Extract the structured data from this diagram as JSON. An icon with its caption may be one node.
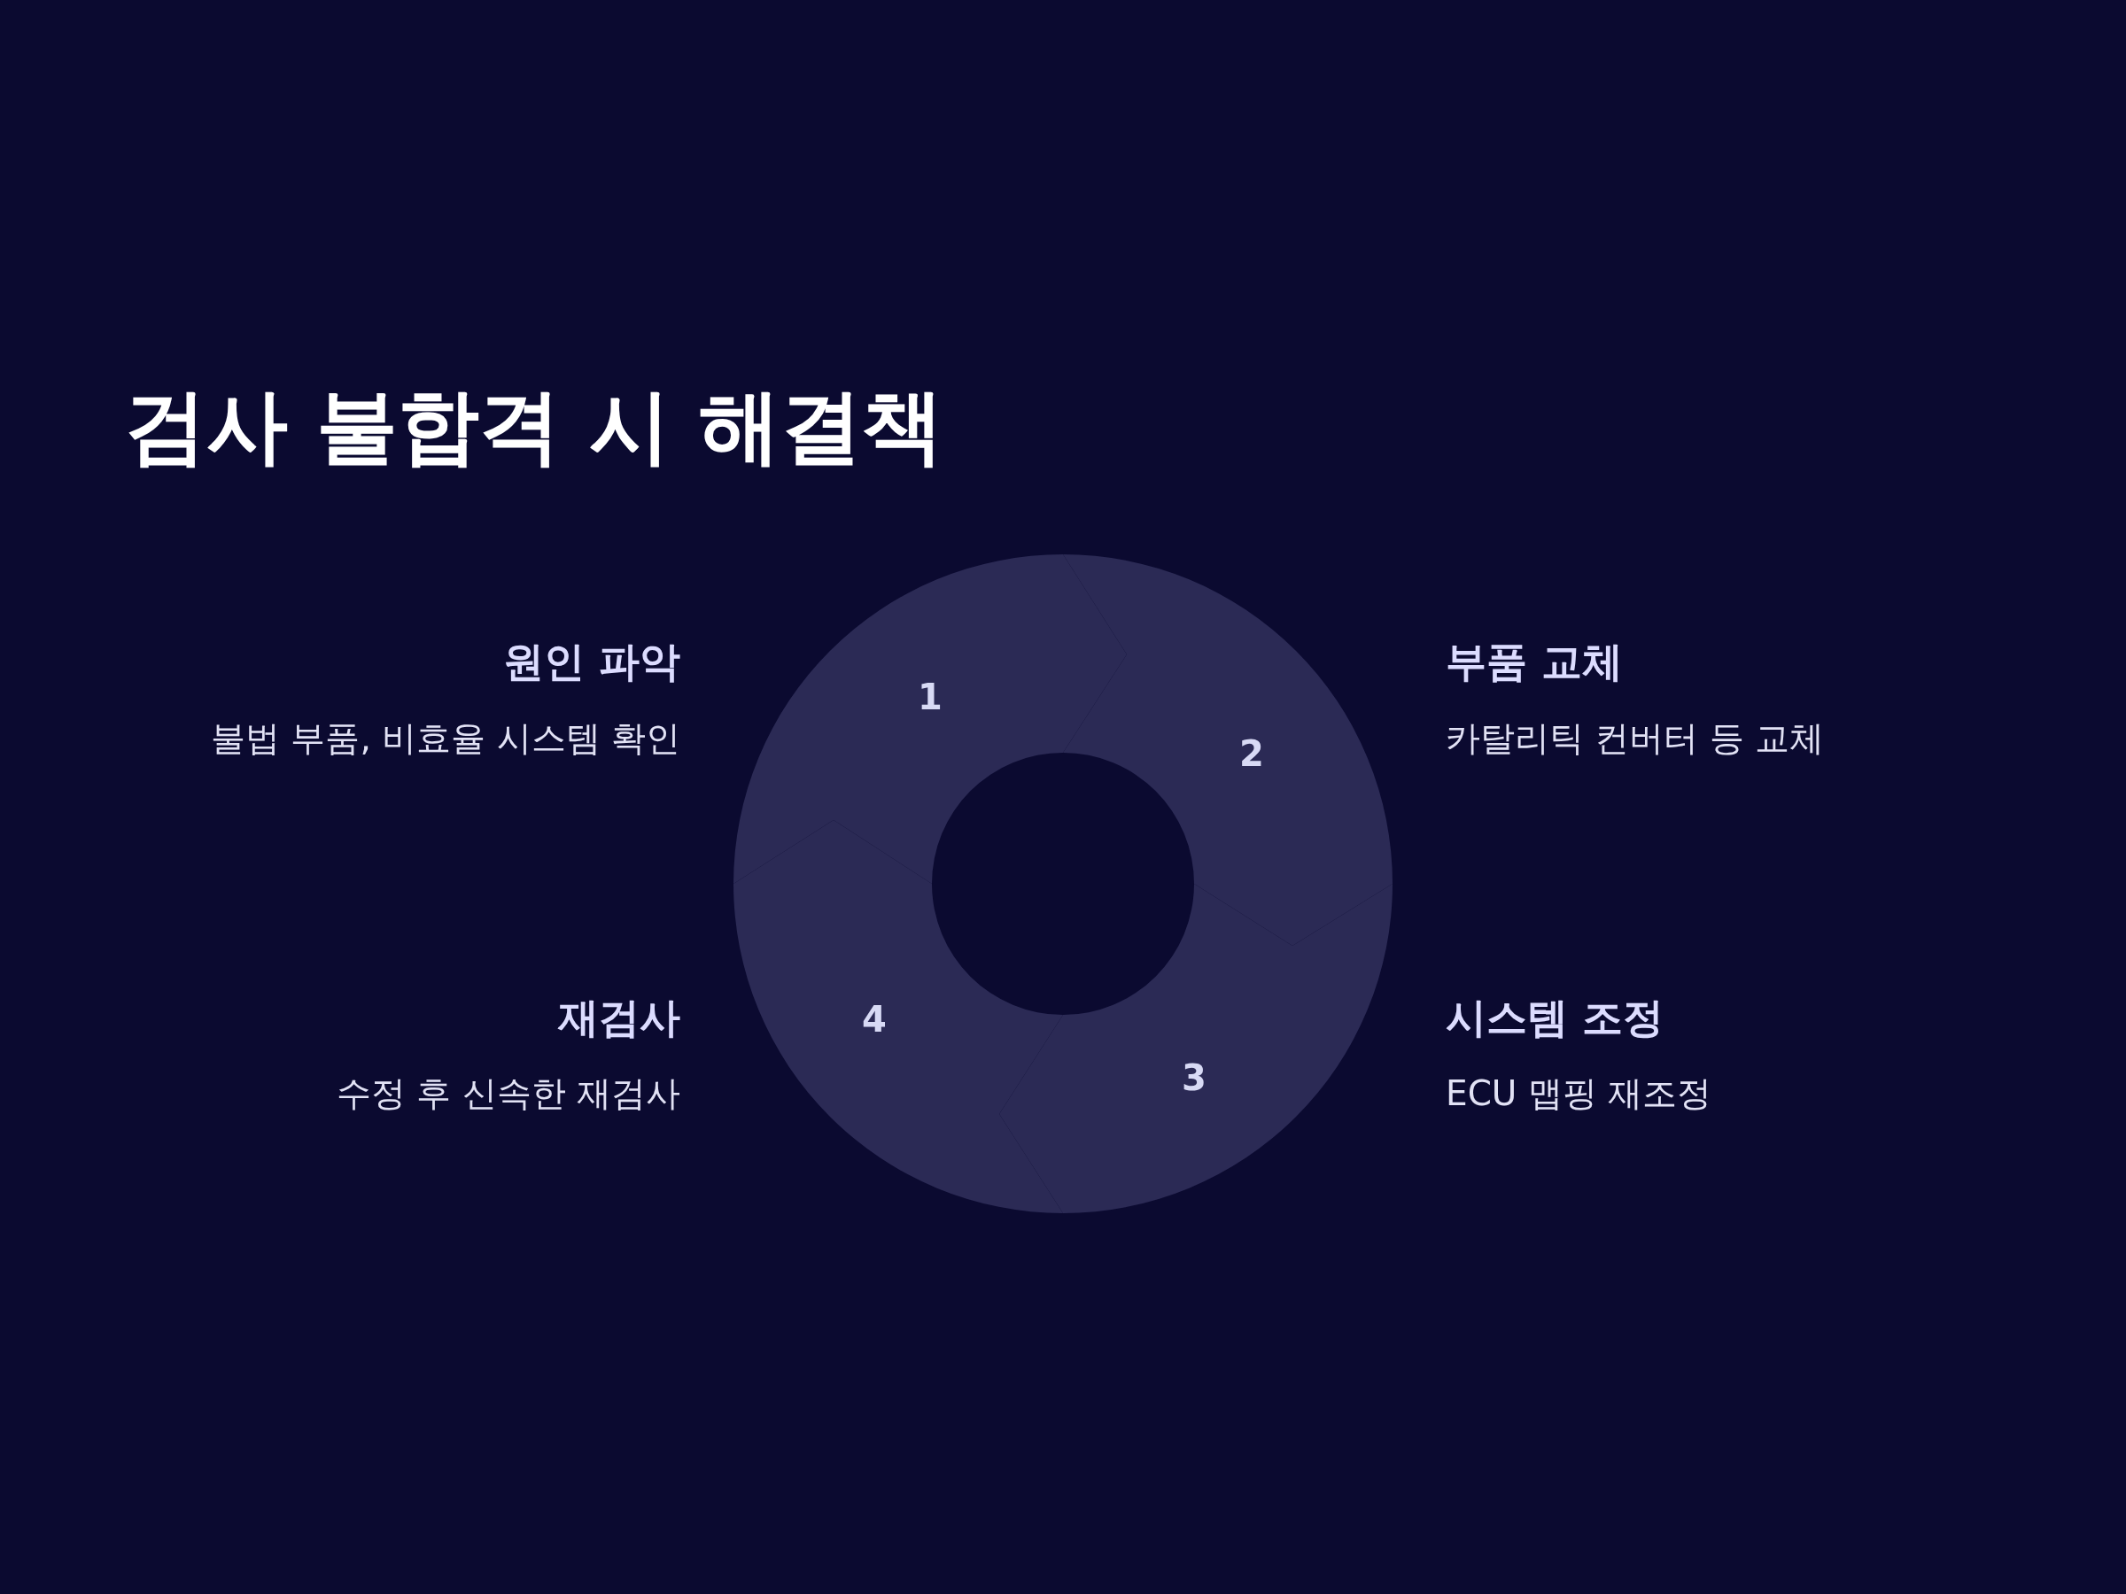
{
  "diagram": {
    "title": "검사 불합격 시 해결책",
    "nodes": [
      {
        "text": [
          "1"
        ],
        "beside": [
          "원인 파악",
          "불법 부품, 비효율 시스템 확인"
        ]
      },
      {
        "text": [
          "2"
        ],
        "beside": [
          "부품 교체",
          "카탈리틱 컨버터 등 교체"
        ]
      },
      {
        "text": [
          "3"
        ],
        "beside": [
          "시스템 조정",
          "ECU 맵핑 재조정"
        ]
      },
      {
        "text": [
          "4"
        ],
        "beside": [
          "재검사",
          "수정 후 신속한 재검사"
        ]
      }
    ]
  }
}
